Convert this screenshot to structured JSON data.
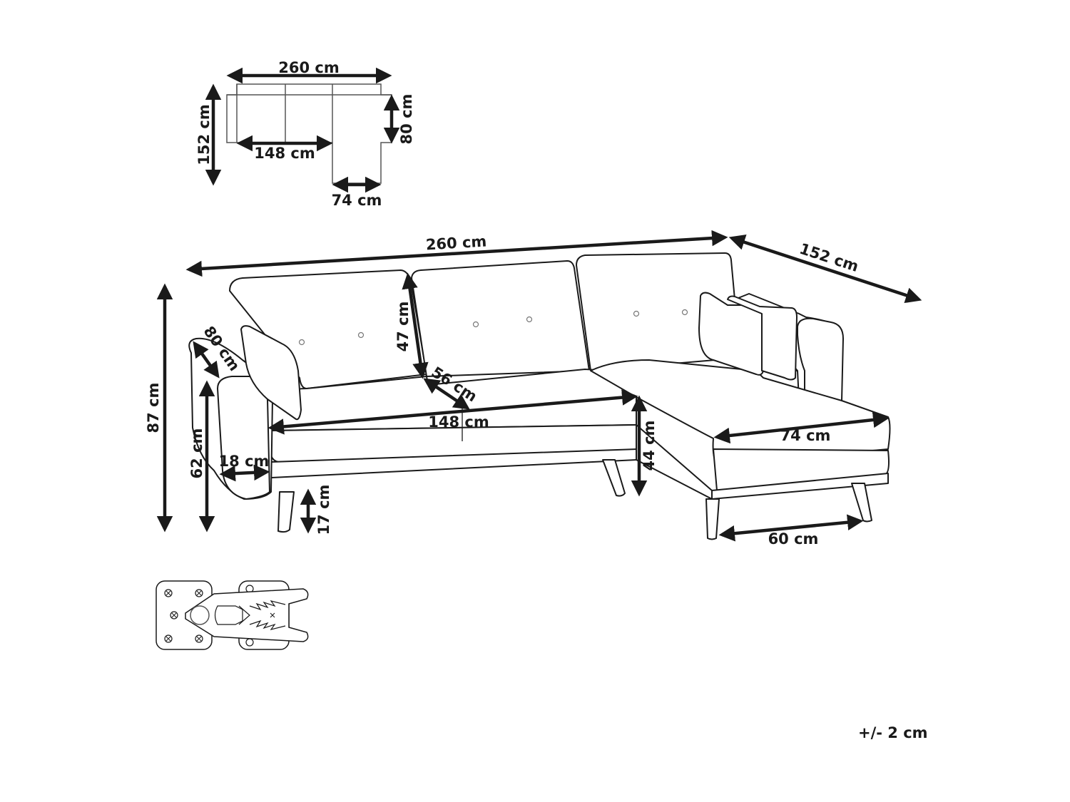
{
  "title": "Corner sofa dimensions",
  "colors": {
    "line": "#1a1a1a",
    "background": "#ffffff",
    "plan_line": "#555555"
  },
  "top_view": {
    "width": "260 cm",
    "depth": "152 cm",
    "seat_width": "148 cm",
    "sofa_depth": "80 cm",
    "chaise_width": "74 cm"
  },
  "front_view": {
    "total_width": "260 cm",
    "total_depth": "152 cm",
    "total_height": "87 cm",
    "armrest_depth": "80 cm",
    "armrest_height": "62 cm",
    "armrest_width": "18 cm",
    "backrest_height": "47 cm",
    "seat_depth": "56 cm",
    "seat_width": "148 cm",
    "seat_height": "44 cm",
    "leg_height": "17 cm",
    "chaise_width": "74 cm",
    "leg_spacing": "60 cm"
  },
  "detail": {
    "icon": "leg-bracket-connector-icon"
  },
  "tolerance": "+/- 2 cm"
}
